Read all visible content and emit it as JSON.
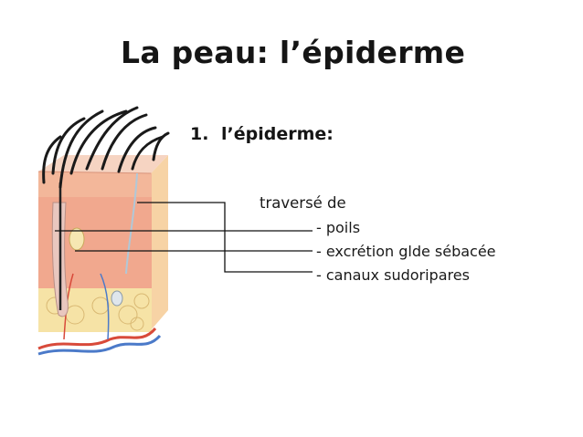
{
  "slide": {
    "title": "La peau: l’épiderme",
    "list": {
      "number": "1.",
      "text": "l’épiderme:"
    }
  },
  "diagram": {
    "heading": "traversé de",
    "labels": [
      "- poils",
      "- excrétion glde sébacée",
      "- canaux sudoripares"
    ]
  }
}
